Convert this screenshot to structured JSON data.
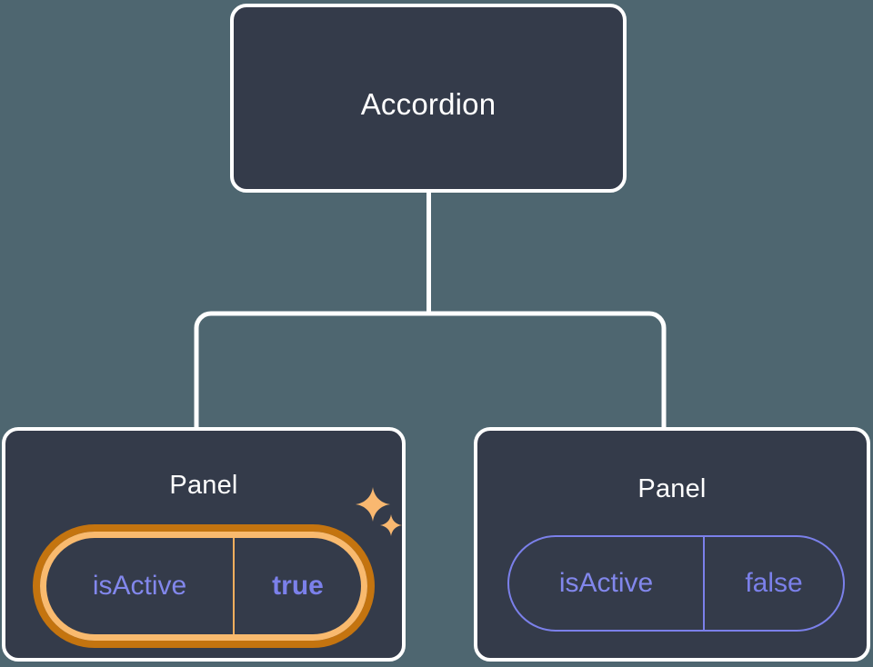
{
  "diagram": {
    "type": "component-tree",
    "background_color": "#4e6670",
    "node_fill_color": "#343b4a",
    "node_border_color": "#ffffff",
    "connector_color": "#ffffff",
    "accent_purple": "#7b80ea",
    "highlight_outer_color": "#c4740f",
    "highlight_inner_color": "#f9ba6e",
    "sparkle_color": "#f9b870"
  },
  "root": {
    "title": "Accordion"
  },
  "children": [
    {
      "title": "Panel",
      "highlighted": true,
      "prop": {
        "key": "isActive",
        "value": "true"
      },
      "decorations": [
        "sparkle-large-icon",
        "sparkle-small-icon"
      ]
    },
    {
      "title": "Panel",
      "highlighted": false,
      "prop": {
        "key": "isActive",
        "value": "false"
      },
      "decorations": []
    }
  ]
}
